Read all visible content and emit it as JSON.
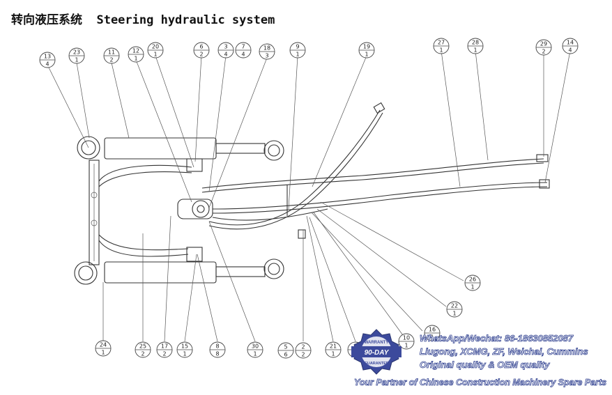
{
  "title": "转向液压系统  Steering hydraulic system",
  "balloons": [
    {
      "num": "13",
      "qty": "4"
    },
    {
      "num": "23",
      "qty": "1"
    },
    {
      "num": "11",
      "qty": "2"
    },
    {
      "num": "12",
      "qty": "1"
    },
    {
      "num": "20",
      "qty": "1"
    },
    {
      "num": "6",
      "qty": "2"
    },
    {
      "num": "3",
      "qty": "4"
    },
    {
      "num": "7",
      "qty": "4"
    },
    {
      "num": "18",
      "qty": "3"
    },
    {
      "num": "9",
      "qty": "1"
    },
    {
      "num": "19",
      "qty": "1"
    },
    {
      "num": "27",
      "qty": "1"
    },
    {
      "num": "28",
      "qty": "1"
    },
    {
      "num": "29",
      "qty": "2"
    },
    {
      "num": "14",
      "qty": "4"
    },
    {
      "num": "26",
      "qty": "1"
    },
    {
      "num": "22",
      "qty": "1"
    },
    {
      "num": "16",
      "qty": "1"
    },
    {
      "num": "24",
      "qty": "1"
    },
    {
      "num": "25",
      "qty": "2"
    },
    {
      "num": "17",
      "qty": "2"
    },
    {
      "num": "15",
      "qty": "1"
    },
    {
      "num": "8",
      "qty": "8"
    },
    {
      "num": "30",
      "qty": "1"
    },
    {
      "num": "5",
      "qty": "6"
    },
    {
      "num": "2",
      "qty": "2"
    },
    {
      "num": "21",
      "qty": "1"
    },
    {
      "num": "1",
      "qty": "1"
    },
    {
      "num": "10",
      "qty": "1"
    }
  ],
  "watermark": {
    "contact": "WhatsApp/Wechat: 86-18630852087",
    "brands": "Liugong, XCMG, ZF, Weichai, Cummins",
    "quality": "Original quality & OEM quality",
    "slogan": "Your Partner of Chinese Construction Machinery Spare Parts",
    "badge_top": "WARRANTY",
    "badge_mid": "90-DAY",
    "badge_bottom": "GUARANTEE"
  }
}
